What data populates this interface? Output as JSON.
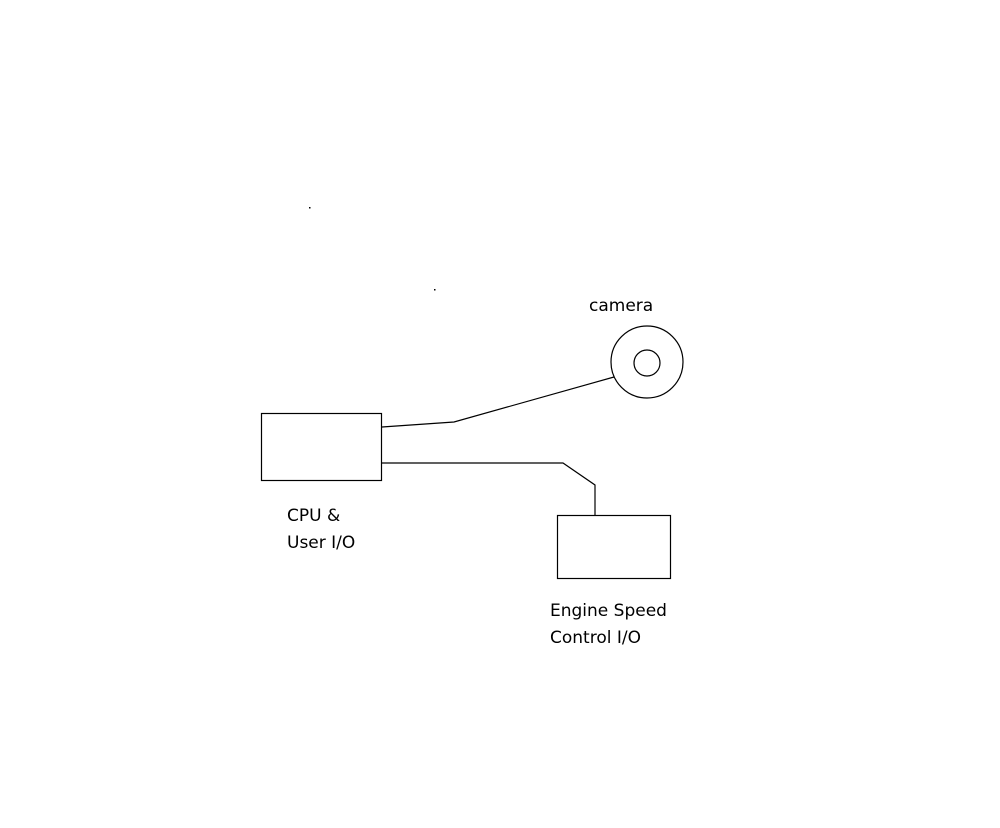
{
  "diagram": {
    "camera": {
      "label": "camera"
    },
    "cpu": {
      "label_line1": "CPU &",
      "label_line2": "User I/O"
    },
    "engine": {
      "label_line1": "Engine Speed",
      "label_line2": "Control I/O"
    }
  }
}
